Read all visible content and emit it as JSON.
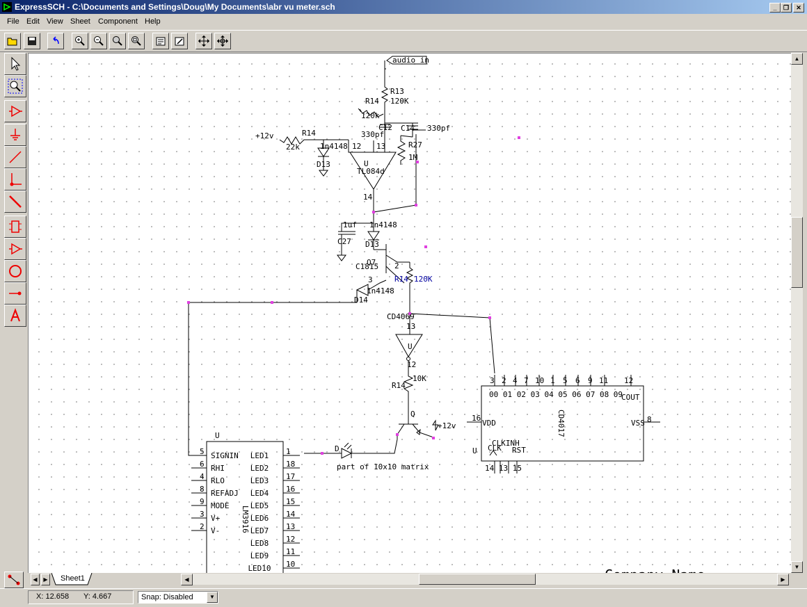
{
  "window": {
    "title": "ExpressSCH - C:\\Documents and Settings\\Doug\\My Documents\\abr vu meter.sch",
    "minimize": "_",
    "restore": "❐",
    "close": "✕"
  },
  "menu": [
    "File",
    "Edit",
    "View",
    "Sheet",
    "Component",
    "Help"
  ],
  "toolbar": {
    "buttons": [
      "open-icon",
      "save-icon",
      "undo-icon",
      "zoom-in-icon",
      "zoom-out-icon",
      "zoom-area-icon",
      "zoom-fit-icon",
      "properties-icon",
      "annotate-icon",
      "pan-icon",
      "pan-all-icon"
    ]
  },
  "tools": [
    "select-icon",
    "zoom-select-icon",
    "triangle-tool-icon",
    "ground-tool-icon",
    "wire-tool-icon",
    "junction-tool-icon",
    "bus-tool-icon",
    "component-tool-icon",
    "buffer-tool-icon",
    "circle-tool-icon",
    "pin-tool-icon",
    "text-tool-icon"
  ],
  "sheet_tab": "Sheet1",
  "status": {
    "x": "X: 12.658",
    "y": "Y: 4.667",
    "snap": "Snap:  Disabled"
  },
  "schematic": {
    "labels": {
      "audio_in": "audio in",
      "r13": "R13",
      "r13_val": "120K",
      "r14a": "R14",
      "r14a_val": "120k",
      "c12": "C12",
      "c12_val": "330pf",
      "c14": "C14",
      "c14_val": "330pf",
      "plus12a": "+12v",
      "r14b": "R14",
      "r14b_val": "22k",
      "d_top": "1n4148",
      "pin12": "12",
      "pin13": "13",
      "d13a": "D13",
      "r27": "R27",
      "r27_val": "1M",
      "u_op": "U",
      "tl084": "TL084d",
      "pin14": "14",
      "cap1uf": "1uf",
      "c27": "C27",
      "d_mid": "1n4148",
      "d13b": "D13",
      "q7": "Q7",
      "c1815": "C1815",
      "q_pin2": "2",
      "q_pin3": "3",
      "r14c": "R14",
      "r14c_val": "120K",
      "d14_val": "1n4148",
      "d14": "D14",
      "cd4069": "CD4069",
      "inv_pin13": "13",
      "u_inv": "U",
      "inv_pin12": "12",
      "r14d": "R14",
      "r14d_val": "10K",
      "q_b": "Q",
      "plus12b": "+12v",
      "d_led": "D",
      "matrix": "part of 10x10 matrix",
      "u_lm": "U",
      "lm3916": "LM3916",
      "cd4017": "CD4017",
      "u_cd": "U",
      "company": "Company Name"
    },
    "lm3916_left": [
      {
        "pin": "5",
        "name": "SIGNIN"
      },
      {
        "pin": "6",
        "name": "RHI"
      },
      {
        "pin": "4",
        "name": "RLO"
      },
      {
        "pin": "8",
        "name": "REFADJ"
      },
      {
        "pin": "9",
        "name": "MODE"
      },
      {
        "pin": "3",
        "name": "V+"
      },
      {
        "pin": "2",
        "name": "V-"
      }
    ],
    "lm3916_right": [
      {
        "pin": "1",
        "name": "LED1"
      },
      {
        "pin": "18",
        "name": "LED2"
      },
      {
        "pin": "17",
        "name": "LED3"
      },
      {
        "pin": "16",
        "name": "LED4"
      },
      {
        "pin": "15",
        "name": "LED5"
      },
      {
        "pin": "14",
        "name": "LED6"
      },
      {
        "pin": "13",
        "name": "LED7"
      },
      {
        "pin": "12",
        "name": "LED8"
      },
      {
        "pin": "11",
        "name": "LED9"
      },
      {
        "pin": "10",
        "name": "LED10"
      }
    ],
    "cd4017_top_pins": [
      "3",
      "2",
      "4",
      "7",
      "10",
      "1",
      "5",
      "6",
      "9",
      "11",
      "12"
    ],
    "cd4017_outputs": "00 01 02 03 04 05 06 07 08 09",
    "cd4017_cout": "COUT",
    "cd4017_vdd_pin": "16",
    "cd4017_vdd": "VDD",
    "cd4017_vss": "VSS",
    "cd4017_vss_pin": "8",
    "cd4017_clkinh": "CLKINH",
    "cd4017_clk": "CLK",
    "cd4017_rst": "RST",
    "cd4017_bottom_pins": "14 13 15"
  }
}
